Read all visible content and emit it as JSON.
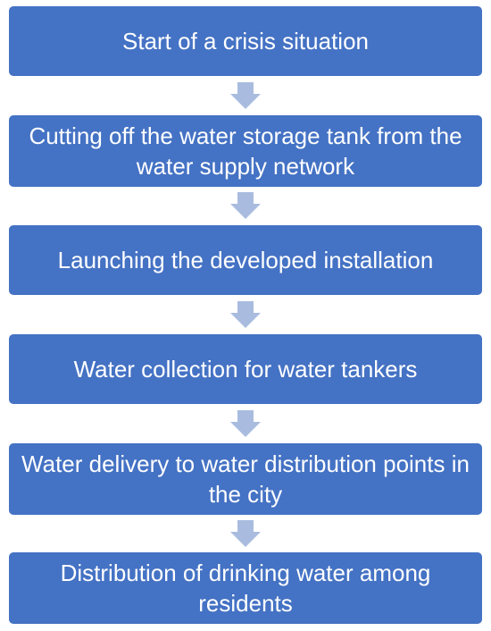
{
  "flowchart": {
    "steps": [
      {
        "label": "Start of a crisis situation"
      },
      {
        "label": "Cutting off the water storage tank from the water supply network"
      },
      {
        "label": "Launching the developed installation"
      },
      {
        "label": "Water collection for water tankers"
      },
      {
        "label": "Water delivery to water distribution points in the city"
      },
      {
        "label": "Distribution of drinking water among residents"
      }
    ],
    "colors": {
      "box_fill": "#4472c4",
      "box_text": "#ffffff",
      "arrow_fill": "#a9bcdf"
    }
  }
}
